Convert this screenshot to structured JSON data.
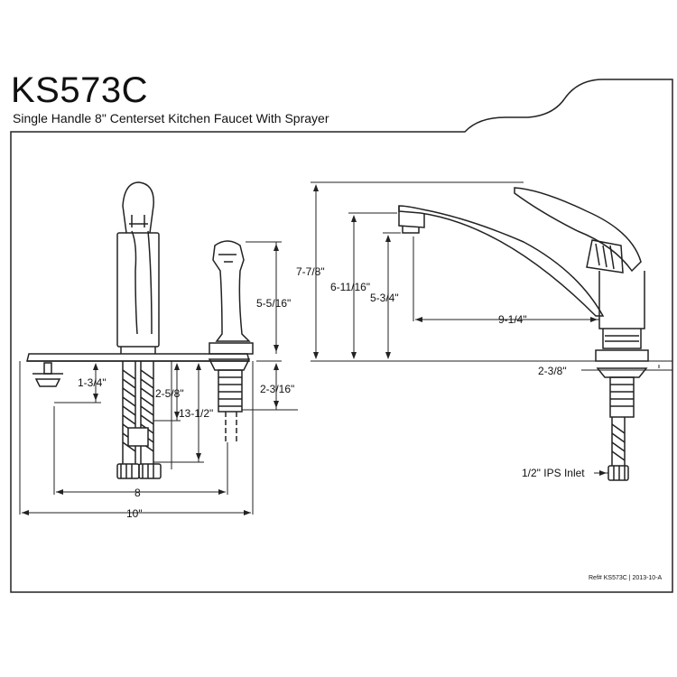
{
  "header": {
    "model": "KS573C",
    "subtitle": "Single Handle 8\" Centerset Kitchen Faucet With Sprayer"
  },
  "dimensions": {
    "front": {
      "sprayer_height": "5-5/16\"",
      "sprayer_shank": "2-3/16\"",
      "bolt_height": "1-3/4\"",
      "hose_depth": "2-5/8\"",
      "hose_length": "13-1/2\"",
      "centers": "8",
      "overall_width": "10\""
    },
    "side": {
      "overall_height": "7-7/8\"",
      "spout_height": "6-11/16\"",
      "aerator_height": "5-3/4\"",
      "spout_reach": "9-1/4\"",
      "deck_thickness": "2-3/8\"",
      "inlet": "1/2\" IPS Inlet"
    }
  },
  "footer": {
    "reference": "Ref# KS573C | 2013-10-A"
  }
}
